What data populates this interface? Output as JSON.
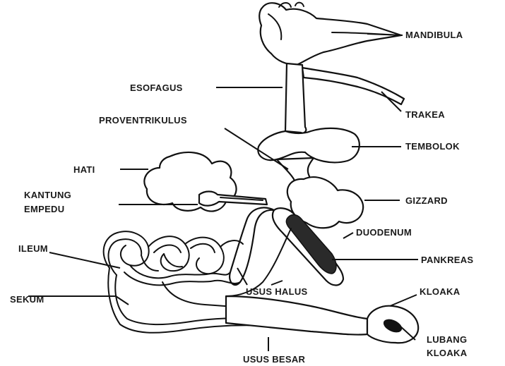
{
  "labels": {
    "mandibula": "MANDIBULA",
    "esofagus": "ESOFAGUS",
    "trakea": "TRAKEA",
    "proventrikulus": "PROVENTRIKULUS",
    "tembolok": "TEMBOLOK",
    "hati": "HATI",
    "kantung_1": "KANTUNG",
    "kantung_2": "EMPEDU",
    "gizzard": "GIZZARD",
    "duodenum": "DUODENUM",
    "ileum": "ILEUM",
    "pankreas": "PANKREAS",
    "usus_halus": "USUS HALUS",
    "kloaka": "KLOAKA",
    "sekum": "SEKUM",
    "lubang_1": "LUBANG",
    "lubang_2": "KLOAKA",
    "usus_besar": "USUS BESAR"
  },
  "colors": {
    "line": "#111111",
    "pankreas_fill": "#2a2a2a",
    "background": "#ffffff"
  }
}
